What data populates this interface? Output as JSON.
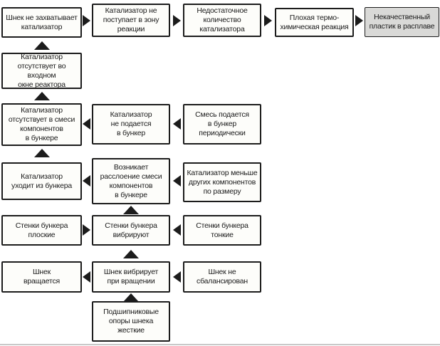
{
  "diagram": {
    "kind": "cause-effect-tree",
    "colors": {
      "node_fill": "#fdfdfa",
      "node_border": "#1c1c1c",
      "effect_node_fill": "#d9d9d7",
      "arrow_color": "#1c1c1c"
    },
    "nodes": [
      {
        "id": "screw-not-catching",
        "label": "Шнек не захватывает\nкатализатор"
      },
      {
        "id": "catalyst-not-entering-zone",
        "label": "Катализатор не\nпоступает в зону\nреакции"
      },
      {
        "id": "insufficient-catalyst",
        "label": "Недостаточное\nколичество\nкатализатора"
      },
      {
        "id": "poor-thermochemical-reaction",
        "label": "Плохая термо-\nхимическая реакция"
      },
      {
        "id": "defective-plastic-in-melt",
        "label": "Некачественный\nпластик в расплаве"
      },
      {
        "id": "catalyst-absent-reactor-inlet",
        "label": "Катализатор\nотсутствует во входном\nокне реактора"
      },
      {
        "id": "catalyst-absent-in-mixture",
        "label": "Катализатор\nотсутствует в смеси\nкомпонентов\nв бункере"
      },
      {
        "id": "catalyst-not-fed-to-hopper",
        "label": "Катализатор\nне подается\nв бункер"
      },
      {
        "id": "mixture-fed-periodically",
        "label": "Смесь подается\nв бункер\nпериодически"
      },
      {
        "id": "catalyst-leaves-hopper",
        "label": "Катализатор\nуходит из бункера"
      },
      {
        "id": "mixture-stratification",
        "label": "Возникает\nрасслоение смеси\nкомпонентов\nв бункере"
      },
      {
        "id": "catalyst-smaller-than-others",
        "label": "Катализатор меньше\nдругих компонентов\nпо размеру"
      },
      {
        "id": "hopper-walls-flat",
        "label": "Стенки бункера\nплоские"
      },
      {
        "id": "hopper-walls-vibrate",
        "label": "Стенки бункера\nвибрируют"
      },
      {
        "id": "hopper-walls-thin",
        "label": "Стенки бункера\nтонкие"
      },
      {
        "id": "screw-rotates",
        "label": "Шнек\nвращается"
      },
      {
        "id": "screw-vibrates-when-rotating",
        "label": "Шнек вибрирует\nпри вращении"
      },
      {
        "id": "screw-unbalanced",
        "label": "Шнек не\nсбалансирован"
      },
      {
        "id": "bearing-supports-rigid",
        "label": "Подшипниковые\nопоры шнека\nжесткие"
      }
    ],
    "arrows": [
      {
        "from": "screw-not-catching",
        "to": "catalyst-not-entering-zone",
        "direction": "right"
      },
      {
        "from": "catalyst-not-entering-zone",
        "to": "insufficient-catalyst",
        "direction": "right"
      },
      {
        "from": "insufficient-catalyst",
        "to": "poor-thermochemical-reaction",
        "direction": "right"
      },
      {
        "from": "poor-thermochemical-reaction",
        "to": "defective-plastic-in-melt",
        "direction": "right"
      },
      {
        "from": "catalyst-absent-reactor-inlet",
        "to": "screw-not-catching",
        "direction": "up"
      },
      {
        "from": "catalyst-absent-in-mixture",
        "to": "catalyst-absent-reactor-inlet",
        "direction": "up"
      },
      {
        "from": "catalyst-leaves-hopper",
        "to": "catalyst-absent-in-mixture",
        "direction": "up"
      },
      {
        "from": "catalyst-not-fed-to-hopper",
        "to": "catalyst-absent-in-mixture",
        "direction": "left"
      },
      {
        "from": "mixture-fed-periodically",
        "to": "catalyst-not-fed-to-hopper",
        "direction": "left"
      },
      {
        "from": "mixture-stratification",
        "to": "catalyst-leaves-hopper",
        "direction": "left"
      },
      {
        "from": "catalyst-smaller-than-others",
        "to": "mixture-stratification",
        "direction": "left"
      },
      {
        "from": "hopper-walls-vibrate",
        "to": "mixture-stratification",
        "direction": "up"
      },
      {
        "from": "hopper-walls-flat",
        "to": "hopper-walls-vibrate",
        "direction": "right"
      },
      {
        "from": "hopper-walls-thin",
        "to": "hopper-walls-vibrate",
        "direction": "left"
      },
      {
        "from": "screw-vibrates-when-rotating",
        "to": "hopper-walls-vibrate",
        "direction": "up"
      },
      {
        "from": "screw-vibrates-when-rotating",
        "to": "screw-rotates",
        "direction": "left"
      },
      {
        "from": "screw-unbalanced",
        "to": "screw-vibrates-when-rotating",
        "direction": "left"
      },
      {
        "from": "bearing-supports-rigid",
        "to": "screw-vibrates-when-rotating",
        "direction": "up"
      }
    ]
  }
}
